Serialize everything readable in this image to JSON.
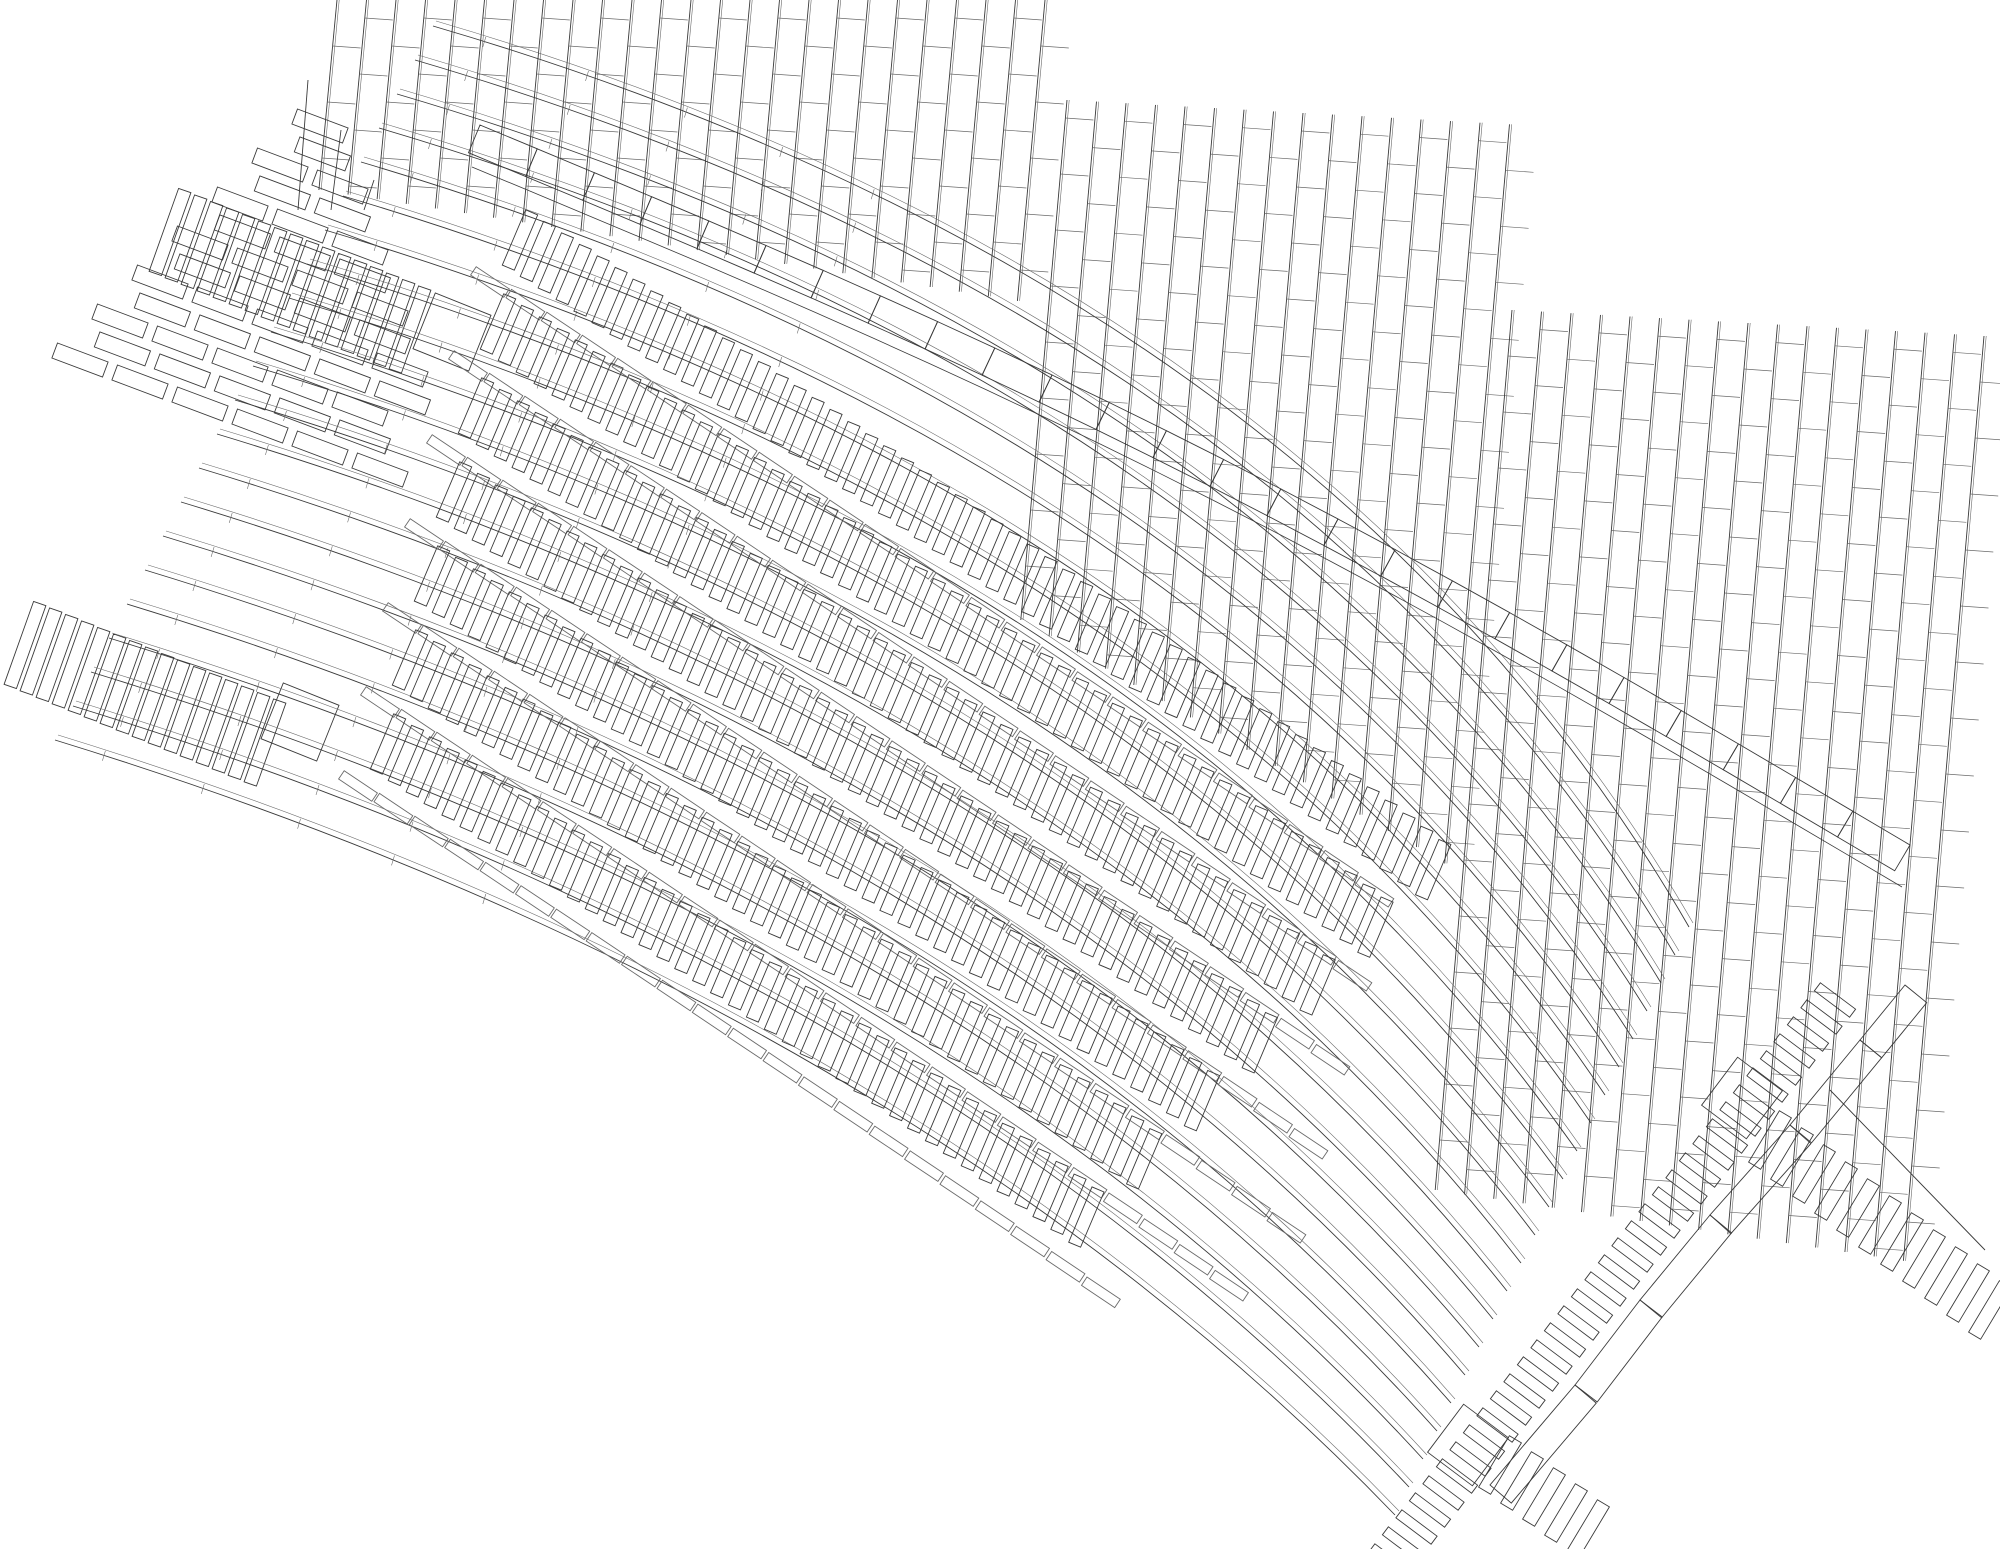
{
  "drawing": {
    "kind": "architectural-paving-plan",
    "background_color": "#ffffff",
    "line_color": "#3a3a3a",
    "fine_line_color": "#6a6a6a",
    "groups": [
      {
        "name": "vertical-brick-field",
        "pattern": "running-bond",
        "orientation": "near-vertical"
      },
      {
        "name": "curved-border-band",
        "pattern": "stretcher-course",
        "orientation": "curved"
      },
      {
        "name": "herringbone-inset-field",
        "pattern": "soldier-course",
        "orientation": "diagonal"
      },
      {
        "name": "left-wing-field",
        "pattern": "running-bond",
        "orientation": "shallow-diagonal"
      },
      {
        "name": "curved-rails",
        "pattern": "parallel-double-lines",
        "orientation": "arc"
      },
      {
        "name": "lower-right-soldier-band",
        "pattern": "soldier-course",
        "orientation": "diagonal"
      }
    ]
  }
}
